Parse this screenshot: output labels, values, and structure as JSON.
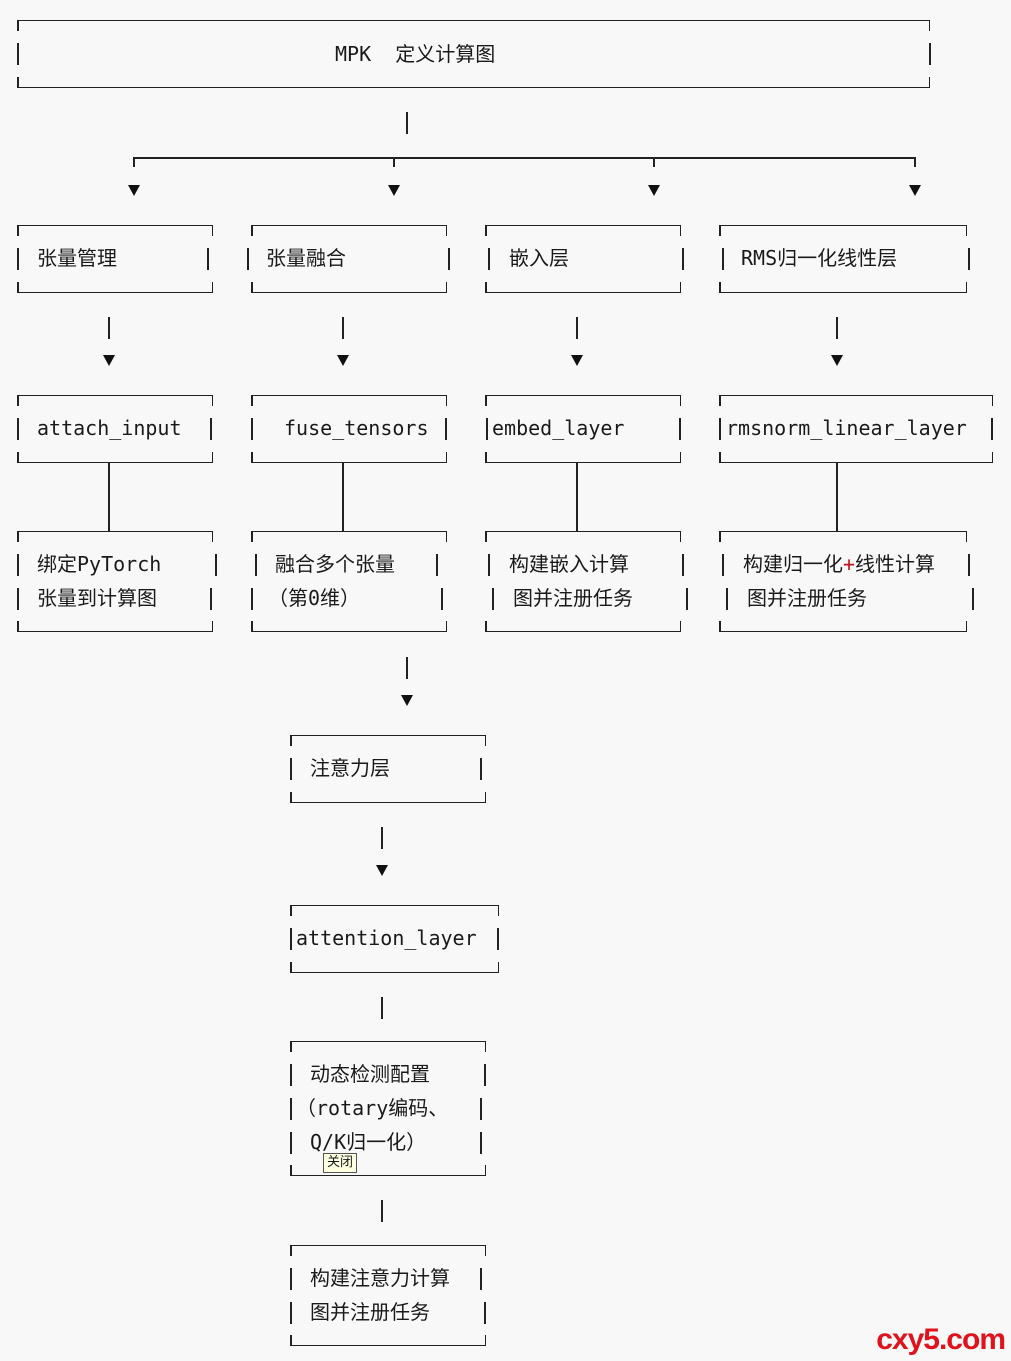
{
  "root": {
    "title": "MPK  定义计算图"
  },
  "branches": [
    {
      "category": "张量管理",
      "func": "attach_input",
      "desc": [
        "绑定PyTorch",
        "张量到计算图"
      ]
    },
    {
      "category": "张量融合",
      "func": "fuse_tensors",
      "desc": [
        "融合多个张量",
        "（第0维）"
      ]
    },
    {
      "category": "嵌入层",
      "func": "embed_layer",
      "desc": [
        "构建嵌入计算",
        "图并注册任务"
      ]
    },
    {
      "category": "RMS归一化线性层",
      "func": "rmsnorm_linear_layer",
      "desc": [
        "构建归一化",
        "+",
        "线性计算",
        "图并注册任务"
      ]
    }
  ],
  "attention": {
    "category": "注意力层",
    "func": "attention_layer",
    "config": [
      "动态检测配置",
      "（rotary编码、",
      "Q/K归一化）"
    ],
    "desc": [
      "构建注意力计算",
      "图并注册任务"
    ]
  },
  "tooltip": "关闭",
  "watermark": "cxy5.com",
  "colors": {
    "accent_plus": "#c0141c",
    "watermark": "#e0121b"
  }
}
